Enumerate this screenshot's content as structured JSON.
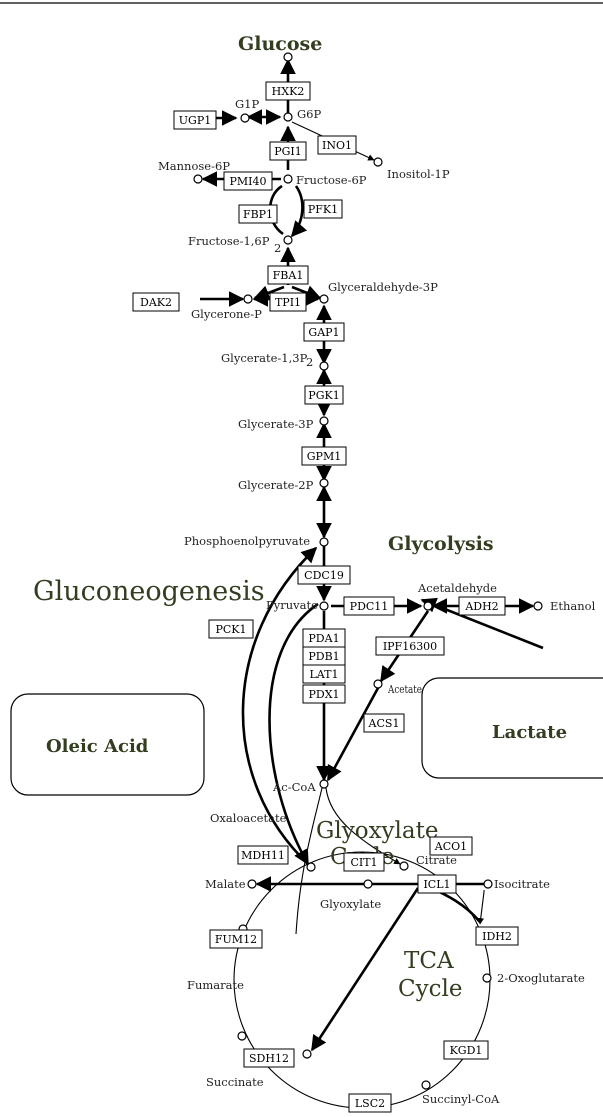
{
  "titles": {
    "glucose": "Glucose",
    "glycolysis": "Glycolysis",
    "gluconeogenesis": "Gluconeogenesis",
    "glyoxylate_line1": "Glyoxylate",
    "glyoxylate_line2": "Cycle",
    "tca_line1": "TCA",
    "tca_line2": "Cycle"
  },
  "boxes": {
    "oleic_acid": "Oleic Acid",
    "lactate": "Lactate"
  },
  "metabolites": {
    "g1p": "G1P",
    "g6p": "G6P",
    "mannose6p": "Mannose-6P",
    "fructose6p": "Fructose-6P",
    "inositol1p": "Inositol-1P",
    "fructose16p": "Fructose-1,6P",
    "sub2": "2",
    "glyceraldehyde3p": "Glyceraldehyde-3P",
    "glyceroneP": "Glycerone-P",
    "glycerate13p": "Glycerate-1,3P",
    "glycerate3p": "Glycerate-3P",
    "glycerate2p": "Glycerate-2P",
    "pep": "Phosphoenolpyruvate",
    "pyruvate": "Pyruvate",
    "acetaldehyde": "Acetaldehyde",
    "ethanol": "Ethanol",
    "acetate": "Acetate",
    "acoa": "Ac-CoA",
    "oxaloacetate": "Oxaloacetate",
    "citrate": "Citrate",
    "malate": "Malate",
    "glyoxylate": "Glyoxylate",
    "isocitrate": "Isocitrate",
    "fumarate": "Fumarate",
    "oxoglutarate": "2-Oxoglutarate",
    "succinate": "Succinate",
    "succinylcoa": "Succinyl-CoA"
  },
  "enzymes": {
    "hxk2": "HXK2",
    "ugp1": "UGP1",
    "pgi1": "PGI1",
    "ino1": "INO1",
    "pmi40": "PMI40",
    "fbp1": "FBP1",
    "pfk1": "PFK1",
    "fba1": "FBA1",
    "dak2": "DAK2",
    "tpi1": "TPI1",
    "gap1": "GAP1",
    "pgk1": "PGK1",
    "gpm1": "GPM1",
    "cdc19": "CDC19",
    "pdc11": "PDC11",
    "adh2": "ADH2",
    "pck1": "PCK1",
    "ipf16300": "IPF16300",
    "pda1": "PDA1",
    "pdb1": "PDB1",
    "lat1": "LAT1",
    "pdx1": "PDX1",
    "acs1": "ACS1",
    "cit1": "CIT1",
    "aco1": "ACO1",
    "mdh11": "MDH11",
    "icl1": "ICL1",
    "idh2": "IDH2",
    "fum12": "FUM12",
    "kgd1": "KGD1",
    "sdh12": "SDH12",
    "lsc2": "LSC2"
  },
  "colors": {
    "line": "#000000",
    "title_green": "#333d20"
  }
}
